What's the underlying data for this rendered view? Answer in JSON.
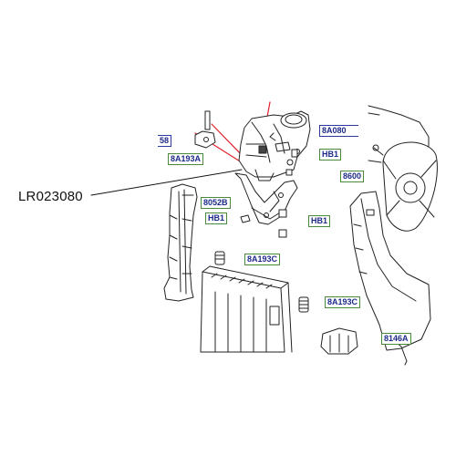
{
  "main_part_number": "LR023080",
  "callouts": {
    "c58": "58",
    "c8a193a": "8A193A",
    "c8a080": "8A080",
    "hb1_top": "HB1",
    "c8600": "8600",
    "c8052b": "8052B",
    "hb1_left": "HB1",
    "hb1_right": "HB1",
    "c8a193c_mid": "8A193C",
    "c8a193c_low": "8A193C",
    "c8146a": "8146A"
  },
  "colors": {
    "line": "#222222",
    "leader_red": "#e0202a",
    "callout_text": "#1d2a8a",
    "callout_border_green": "#4a8a3a",
    "callout_border_blue": "#2a3aa0"
  }
}
